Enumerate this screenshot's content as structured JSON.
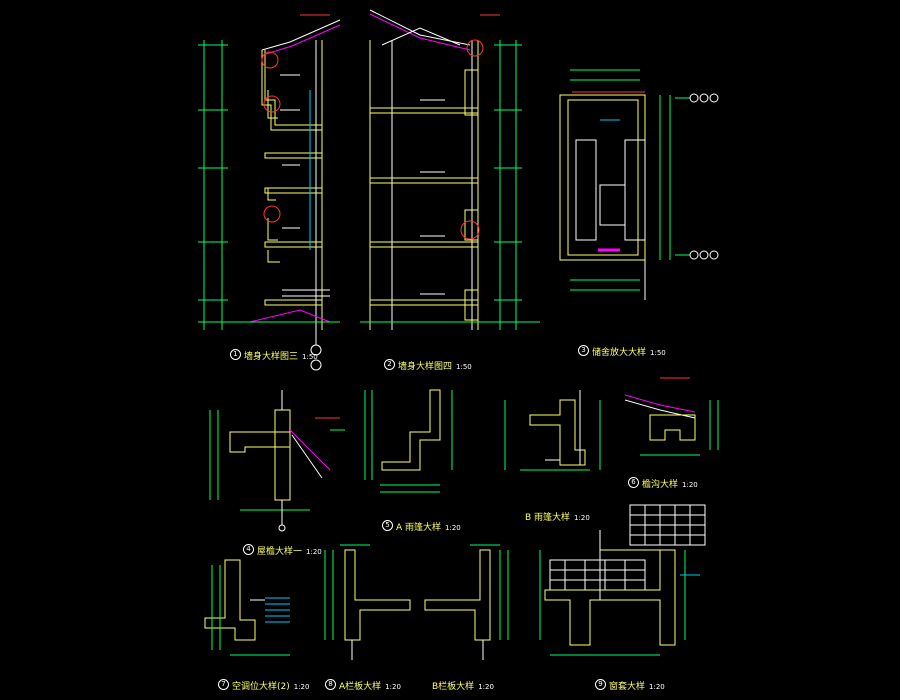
{
  "colors": {
    "background": "#000000",
    "wall_outline": "#ffff66",
    "dimension": "#00ff66",
    "note": "#ffffff",
    "highlight": "#ff3333",
    "accent": "#00c8ff",
    "purple": "#ff00ff"
  },
  "details": [
    {
      "num": "1",
      "title": "墙身大样图三",
      "scale": "1:50"
    },
    {
      "num": "2",
      "title": "墙身大样图四",
      "scale": "1:50"
    },
    {
      "num": "3",
      "title": "储舍放大大样",
      "scale": "1:50"
    },
    {
      "num": "4",
      "title": "屋檐大样一",
      "scale": "1:20"
    },
    {
      "num": "5",
      "title": "A 雨篷大样",
      "scale": "1:20"
    },
    {
      "num": "",
      "title": "B 雨篷大样",
      "scale": "1:20"
    },
    {
      "num": "6",
      "title": "檐沟大样",
      "scale": "1:20"
    },
    {
      "num": "7",
      "title": "空调位大样(2)",
      "scale": "1:20"
    },
    {
      "num": "8",
      "title": "A栏板大样",
      "scale": "1:20"
    },
    {
      "num": "",
      "title": "B栏板大样",
      "scale": "1:20"
    },
    {
      "num": "9",
      "title": "窗套大样",
      "scale": "1:20"
    }
  ]
}
